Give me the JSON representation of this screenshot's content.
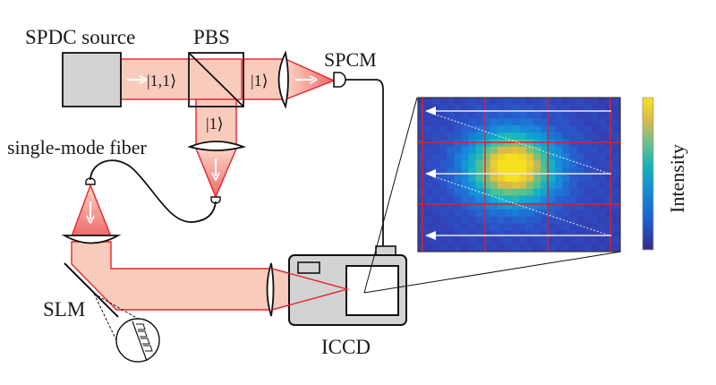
{
  "figure": {
    "labels": {
      "spdc_source": "SPDC source",
      "pbs": "PBS",
      "spcm": "SPCM",
      "single_mode_fiber": "single-mode fiber",
      "slm": "SLM",
      "iccd": "ICCD",
      "intensity": "Intensity"
    },
    "states": {
      "pair_state": "|1,1⟩",
      "transmitted_state": "|1⟩",
      "reflected_state": "|1⟩"
    },
    "colors": {
      "beam_fill": "#f9cbbc",
      "beam_stroke": "#e8242b",
      "device_gray": "#d3d3d3",
      "grid_red": "#e0202a"
    },
    "heatmap": {
      "grid_rows": 3,
      "grid_cols": 3,
      "scan_direction": "raster, right-to-left rows",
      "scan_rows": 3,
      "colormap": [
        "#3b2a98",
        "#2c52c8",
        "#1688dc",
        "#14b4c4",
        "#5ec28a",
        "#d6b94a",
        "#f7e11f"
      ]
    }
  }
}
